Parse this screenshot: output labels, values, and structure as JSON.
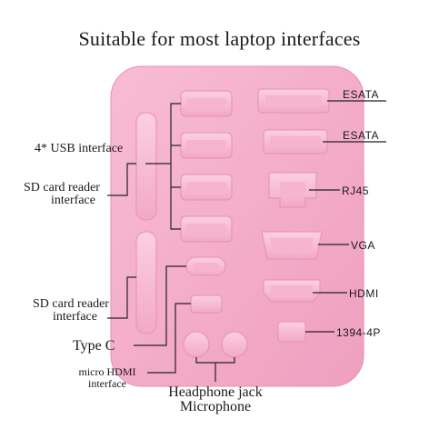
{
  "title": "Suitable for most laptop interfaces",
  "colors": {
    "tray": "#f4adc8",
    "plug": "#f7bcd4",
    "line": "#222222"
  },
  "labels": {
    "usb": "4* USB interface",
    "sd1_line1": "SD card reader",
    "sd1_line2": "interface",
    "sd2_line1": "SD card reader",
    "sd2_line2": "interface",
    "typec": "Type C",
    "microhdmi_line1": "micro HDMI",
    "microhdmi_line2": "interface",
    "audio_line1": "Headphone jack",
    "audio_line2": "Microphone",
    "esata1": "ESATA",
    "esata2": "ESATA",
    "rj45": "RJ45",
    "vga": "VGA",
    "hdmi": "HDMI",
    "firewire": "1394-4P"
  }
}
